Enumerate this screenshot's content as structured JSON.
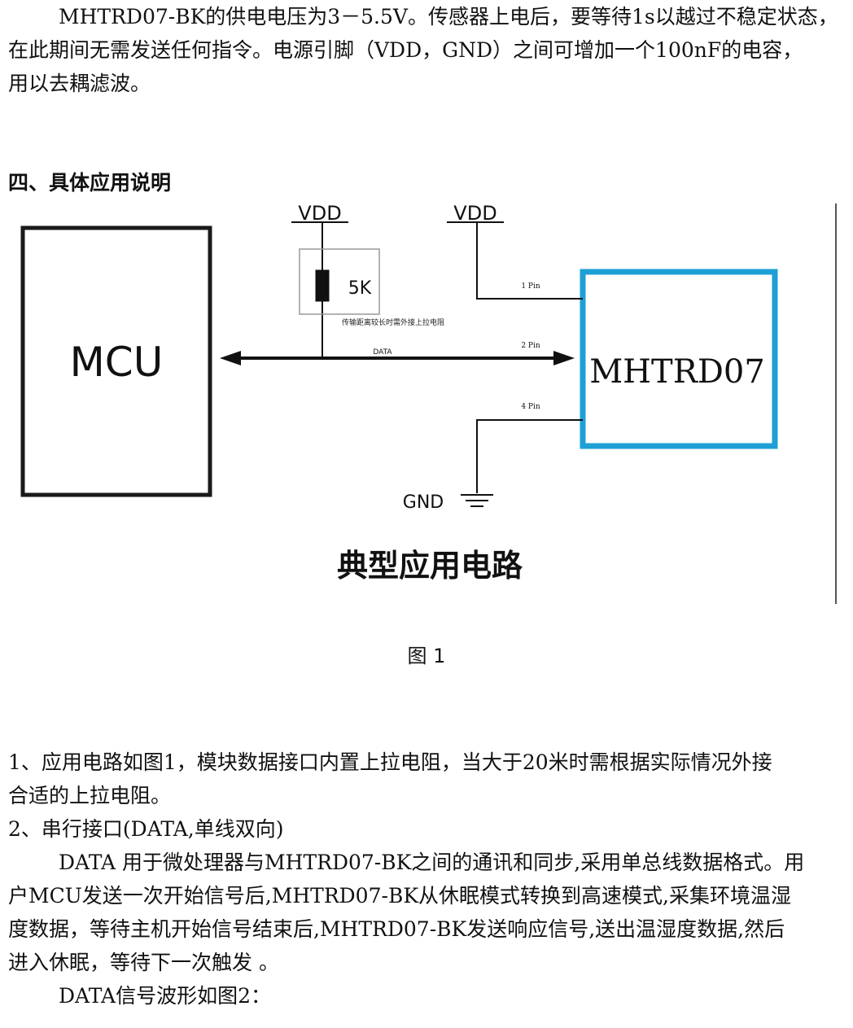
{
  "intro": {
    "line1": "MHTRD07-BK的供电电压为3－5.5V。传感器上电后，要等待1s以越过不稳定状态，",
    "line2": "在此期间无需发送任何指令。电源引脚（VDD，GND）之间可增加一个100nF的电容，",
    "line3": "用以去耦滤波。"
  },
  "section_heading": "四、具体应用说明",
  "figure": {
    "vdd_left": "VDD",
    "vdd_right": "VDD",
    "resistor_label": "5K",
    "pullup_note": "传输距离较长时需外接上拉电阻",
    "data_label": "DATA",
    "pin1": "1 Pin",
    "pin2": "2 Pin",
    "pin4": "4 Pin",
    "mcu": "MCU",
    "module": "MHTRD07",
    "gnd": "GND",
    "title": "典型应用电路",
    "caption": "图 1"
  },
  "body": {
    "p1_line1": "1、应用电路如图1，模块数据接口内置上拉电阻，当大于20米时需根据实际情况外接",
    "p1_line2": "合适的上拉电阻。",
    "p2_heading": "2、串行接口(DATA,单线双向)",
    "p3_line1": "DATA 用于微处理器与MHTRD07-BK之间的通讯和同步,采用单总线数据格式。用",
    "p3_line2": "户MCU发送一次开始信号后,MHTRD07-BK从休眠模式转换到高速模式,采集环境温湿",
    "p3_line3": "度数据，等待主机开始信号结束后,MHTRD07-BK发送响应信号,送出温湿度数据,然后",
    "p3_line4": "进入休眠，等待下一次触发 。",
    "p4_line1": "DATA信号波形如图2："
  }
}
